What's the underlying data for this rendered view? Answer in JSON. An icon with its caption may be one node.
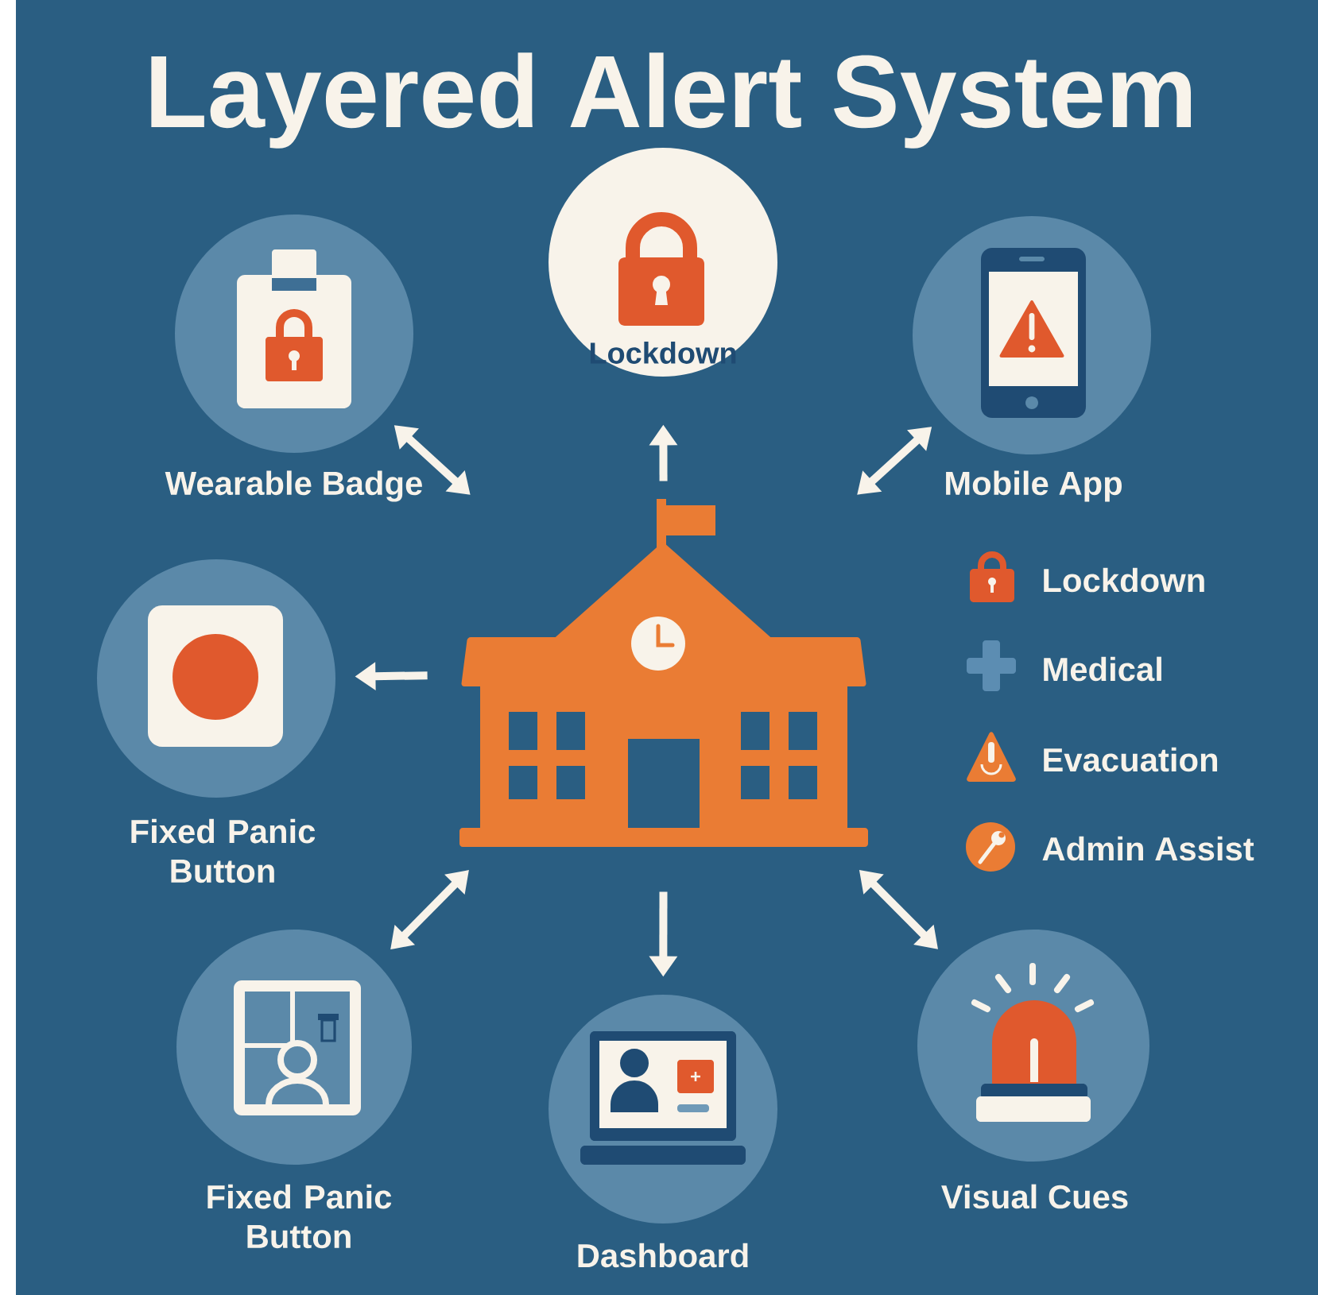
{
  "diagram": {
    "title": "Layered Alert System",
    "nodes": [
      {
        "text": [
          "Wearable Badge"
        ]
      },
      {
        "text": [
          "Lockdown"
        ]
      },
      {
        "text": [
          "Mobile App"
        ]
      },
      {
        "text": [
          "Fixed Panic Button"
        ]
      },
      {
        "text": [],
        "shape": "picture"
      },
      {
        "text": [
          "Fixed Panic Button"
        ]
      },
      {
        "text": [
          "Dashboard"
        ]
      },
      {
        "text": [
          "Visual Cues"
        ]
      }
    ],
    "edges": [
      {
        "from": 4,
        "to": 0,
        "arrow": "both"
      },
      {
        "from": 4,
        "to": 1,
        "arrow": "to"
      },
      {
        "from": 4,
        "to": 2,
        "arrow": "both"
      },
      {
        "from": 4,
        "to": 3,
        "arrow": "to"
      },
      {
        "from": 4,
        "to": 5,
        "arrow": "both"
      },
      {
        "from": 4,
        "to": 6,
        "arrow": "to"
      },
      {
        "from": 4,
        "to": 7,
        "arrow": "both"
      }
    ],
    "legend": [
      {
        "text": "Lockdown"
      },
      {
        "text": "Medical"
      },
      {
        "text": "Evacuation"
      },
      {
        "text": "Admin Assist"
      }
    ]
  }
}
